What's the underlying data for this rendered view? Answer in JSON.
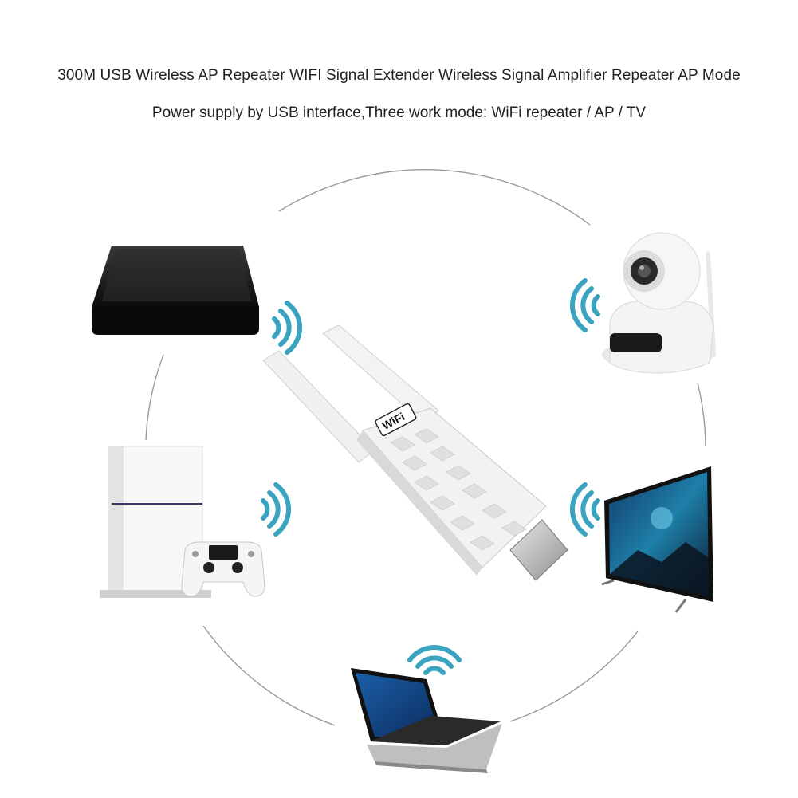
{
  "header": {
    "title": "300M USB Wireless AP Repeater WIFI Signal Extender Wireless Signal Amplifier Repeater AP Mode",
    "subtitle": "Power supply by USB interface,Three work mode: WiFi repeater / AP / TV"
  },
  "device": {
    "badge_text": "WiFi"
  },
  "connected_devices": [
    "tv-box",
    "ip-camera",
    "game-console",
    "smart-tv",
    "laptop"
  ],
  "colors": {
    "signal_waves": "#3aa3bf",
    "circle_line": "#9a9a9a",
    "device_body": "#f2f2f2"
  }
}
